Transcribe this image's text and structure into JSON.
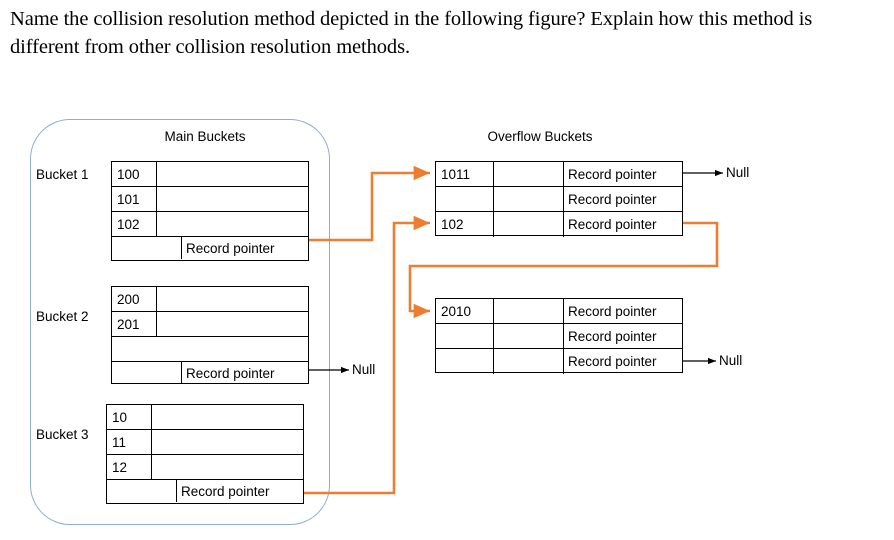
{
  "question": {
    "text": "Name the collision resolution method depicted in the following figure? Explain how this method is different from other collision resolution methods."
  },
  "figure": {
    "colors": {
      "orange_connector": "#ED7D31",
      "black_connector": "#000000",
      "panel_border": "#8FAECD",
      "table_border": "#000000"
    },
    "captions": {
      "main": "Main Buckets",
      "overflow": "Overflow Buckets"
    },
    "record_pointer_label": "Record pointer",
    "null_label": "Null",
    "main_buckets": [
      {
        "label": "Bucket 1",
        "keys": [
          "100",
          "101",
          "102"
        ],
        "pointer_row": "Record pointer",
        "pointer_target": "overflow-bucket-1-row-1"
      },
      {
        "label": "Bucket 2",
        "keys": [
          "200",
          "201",
          ""
        ],
        "pointer_row": "Record pointer",
        "pointer_target": "Null"
      },
      {
        "label": "Bucket 3",
        "keys": [
          "10",
          "11",
          "12"
        ],
        "pointer_row": "Record pointer",
        "pointer_target": "overflow-bucket-1-row-3"
      }
    ],
    "overflow_buckets": [
      {
        "name": "overflow-bucket-1",
        "rows": [
          {
            "key": "1011",
            "mid": "",
            "pointer": "Record pointer",
            "target": "Null"
          },
          {
            "key": "",
            "mid": "",
            "pointer": "Record pointer",
            "target": ""
          },
          {
            "key": "102",
            "mid": "",
            "pointer": "Record pointer",
            "target": "overflow-bucket-2-row-1"
          }
        ]
      },
      {
        "name": "overflow-bucket-2",
        "rows": [
          {
            "key": "2010",
            "mid": "",
            "pointer": "Record pointer",
            "target": ""
          },
          {
            "key": "",
            "mid": "",
            "pointer": "Record pointer",
            "target": ""
          },
          {
            "key": "",
            "mid": "",
            "pointer": "Record pointer",
            "target": "Null"
          }
        ]
      }
    ]
  }
}
